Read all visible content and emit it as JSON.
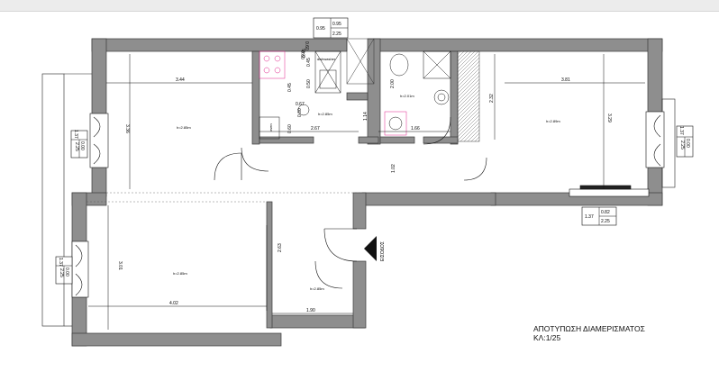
{
  "plan": {
    "title": "ΑΠΟΤΥΠΩΣΗ ΔΙΑΜΕΡΙΣΜΑΤΟΣ",
    "scale": "ΚΛ:1/25",
    "entrance_label": "ΕΙΣΟΔΟΣ",
    "dishwasher_label": "dishwasher",
    "oven_label": "oven",
    "colors": {
      "wall": "#8e8e8e",
      "wall_outline": "#3a3a3a",
      "appliance": "#e0208a",
      "line": "#111111"
    }
  },
  "rooms": {
    "living": "h=2.85m",
    "kitchen": "h=2.85m",
    "bath": "h=2.01m",
    "bedroom_right": "h=2.89m",
    "bedroom_left": "h=2.85m",
    "hall": "h=2.85m"
  },
  "dims": {
    "living_width": "3.44",
    "living_height": "3.36",
    "kitchen_d1": "0.60",
    "kitchen_d2": "0.45",
    "kitchen_d3": "0.50",
    "kitchen_d4": "0.45",
    "kitchen_d5": "0.67",
    "kitchen_d6": "0.60",
    "kitchen_d7": "0.60",
    "kitchen_d8": "0.60",
    "kitchen_d9": "0.45",
    "corridor_len": "2.67",
    "corridor_h": "1.14",
    "bath_h": "2.00",
    "bath_w": "1.66",
    "corridor_w": "1.02",
    "right_height": "2.32",
    "right_width": "3.81",
    "right_height2": "3.29",
    "left_height": "3.01",
    "left_width": "4.02",
    "hall_height": "2.63",
    "hall_width": "1.90"
  },
  "windows": {
    "top": {
      "a": "0.95",
      "b": "0.95",
      "c": "2.25"
    },
    "left1": {
      "a": "1.37",
      "b": "0.00",
      "c": "2.25"
    },
    "left2": {
      "a": "1.37",
      "b": "0.00",
      "c": "2.25"
    },
    "right": {
      "a": "1.37",
      "b": "0.00",
      "c": "2.25"
    },
    "bottom": {
      "a": "1.37",
      "b": "0.82",
      "c": "2.25"
    }
  }
}
